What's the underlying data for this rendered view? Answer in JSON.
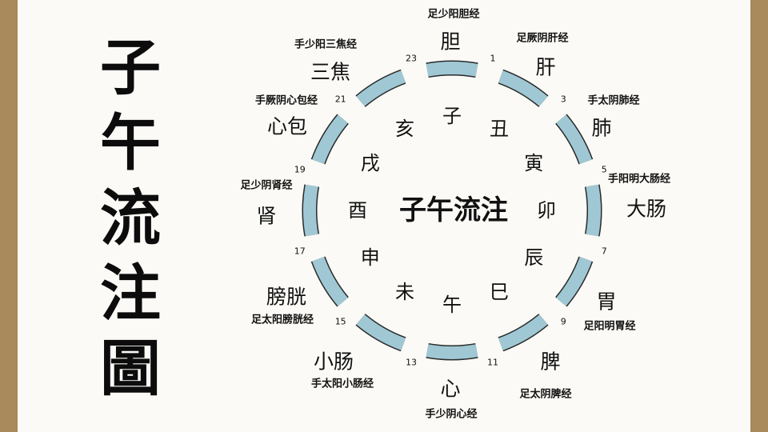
{
  "title_chars": [
    "子",
    "午",
    "流",
    "注",
    "圖"
  ],
  "center_label": "子午流注",
  "segment_color": "#9fc8d4",
  "segment_stroke": "#2a2a2a",
  "segments": [
    {
      "branch": "子",
      "organ": "胆",
      "meridian": "足少阳胆经"
    },
    {
      "branch": "丑",
      "organ": "肝",
      "meridian": "足厥阴肝经"
    },
    {
      "branch": "寅",
      "organ": "肺",
      "meridian": "手太阴肺经"
    },
    {
      "branch": "卯",
      "organ": "大肠",
      "meridian": "手阳明大肠经"
    },
    {
      "branch": "辰",
      "organ": "胃",
      "meridian": "足阳明胃经"
    },
    {
      "branch": "巳",
      "organ": "脾",
      "meridian": "足太阴脾经"
    },
    {
      "branch": "午",
      "organ": "心",
      "meridian": "手少阴心经"
    },
    {
      "branch": "未",
      "organ": "小肠",
      "meridian": "手太阳小肠经"
    },
    {
      "branch": "申",
      "organ": "膀胱",
      "meridian": "足太阳膀胱经"
    },
    {
      "branch": "酉",
      "organ": "肾",
      "meridian": "足少阴肾经"
    },
    {
      "branch": "戌",
      "organ": "心包",
      "meridian": "手厥阴心包经"
    },
    {
      "branch": "亥",
      "organ": "三焦",
      "meridian": "手少阳三焦经"
    }
  ],
  "hours": [
    "1",
    "3",
    "5",
    "7",
    "9",
    "11",
    "13",
    "15",
    "17",
    "19",
    "21",
    "23"
  ]
}
